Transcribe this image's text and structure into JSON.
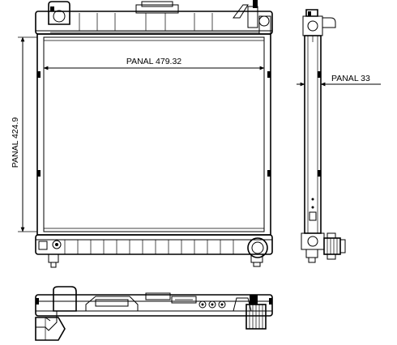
{
  "dimensions": {
    "width_label": "PANAL 479.32",
    "height_label": "PANAL 424.9",
    "depth_label": "PANAL 33"
  },
  "colors": {
    "line": "#000000",
    "background": "#ffffff"
  }
}
